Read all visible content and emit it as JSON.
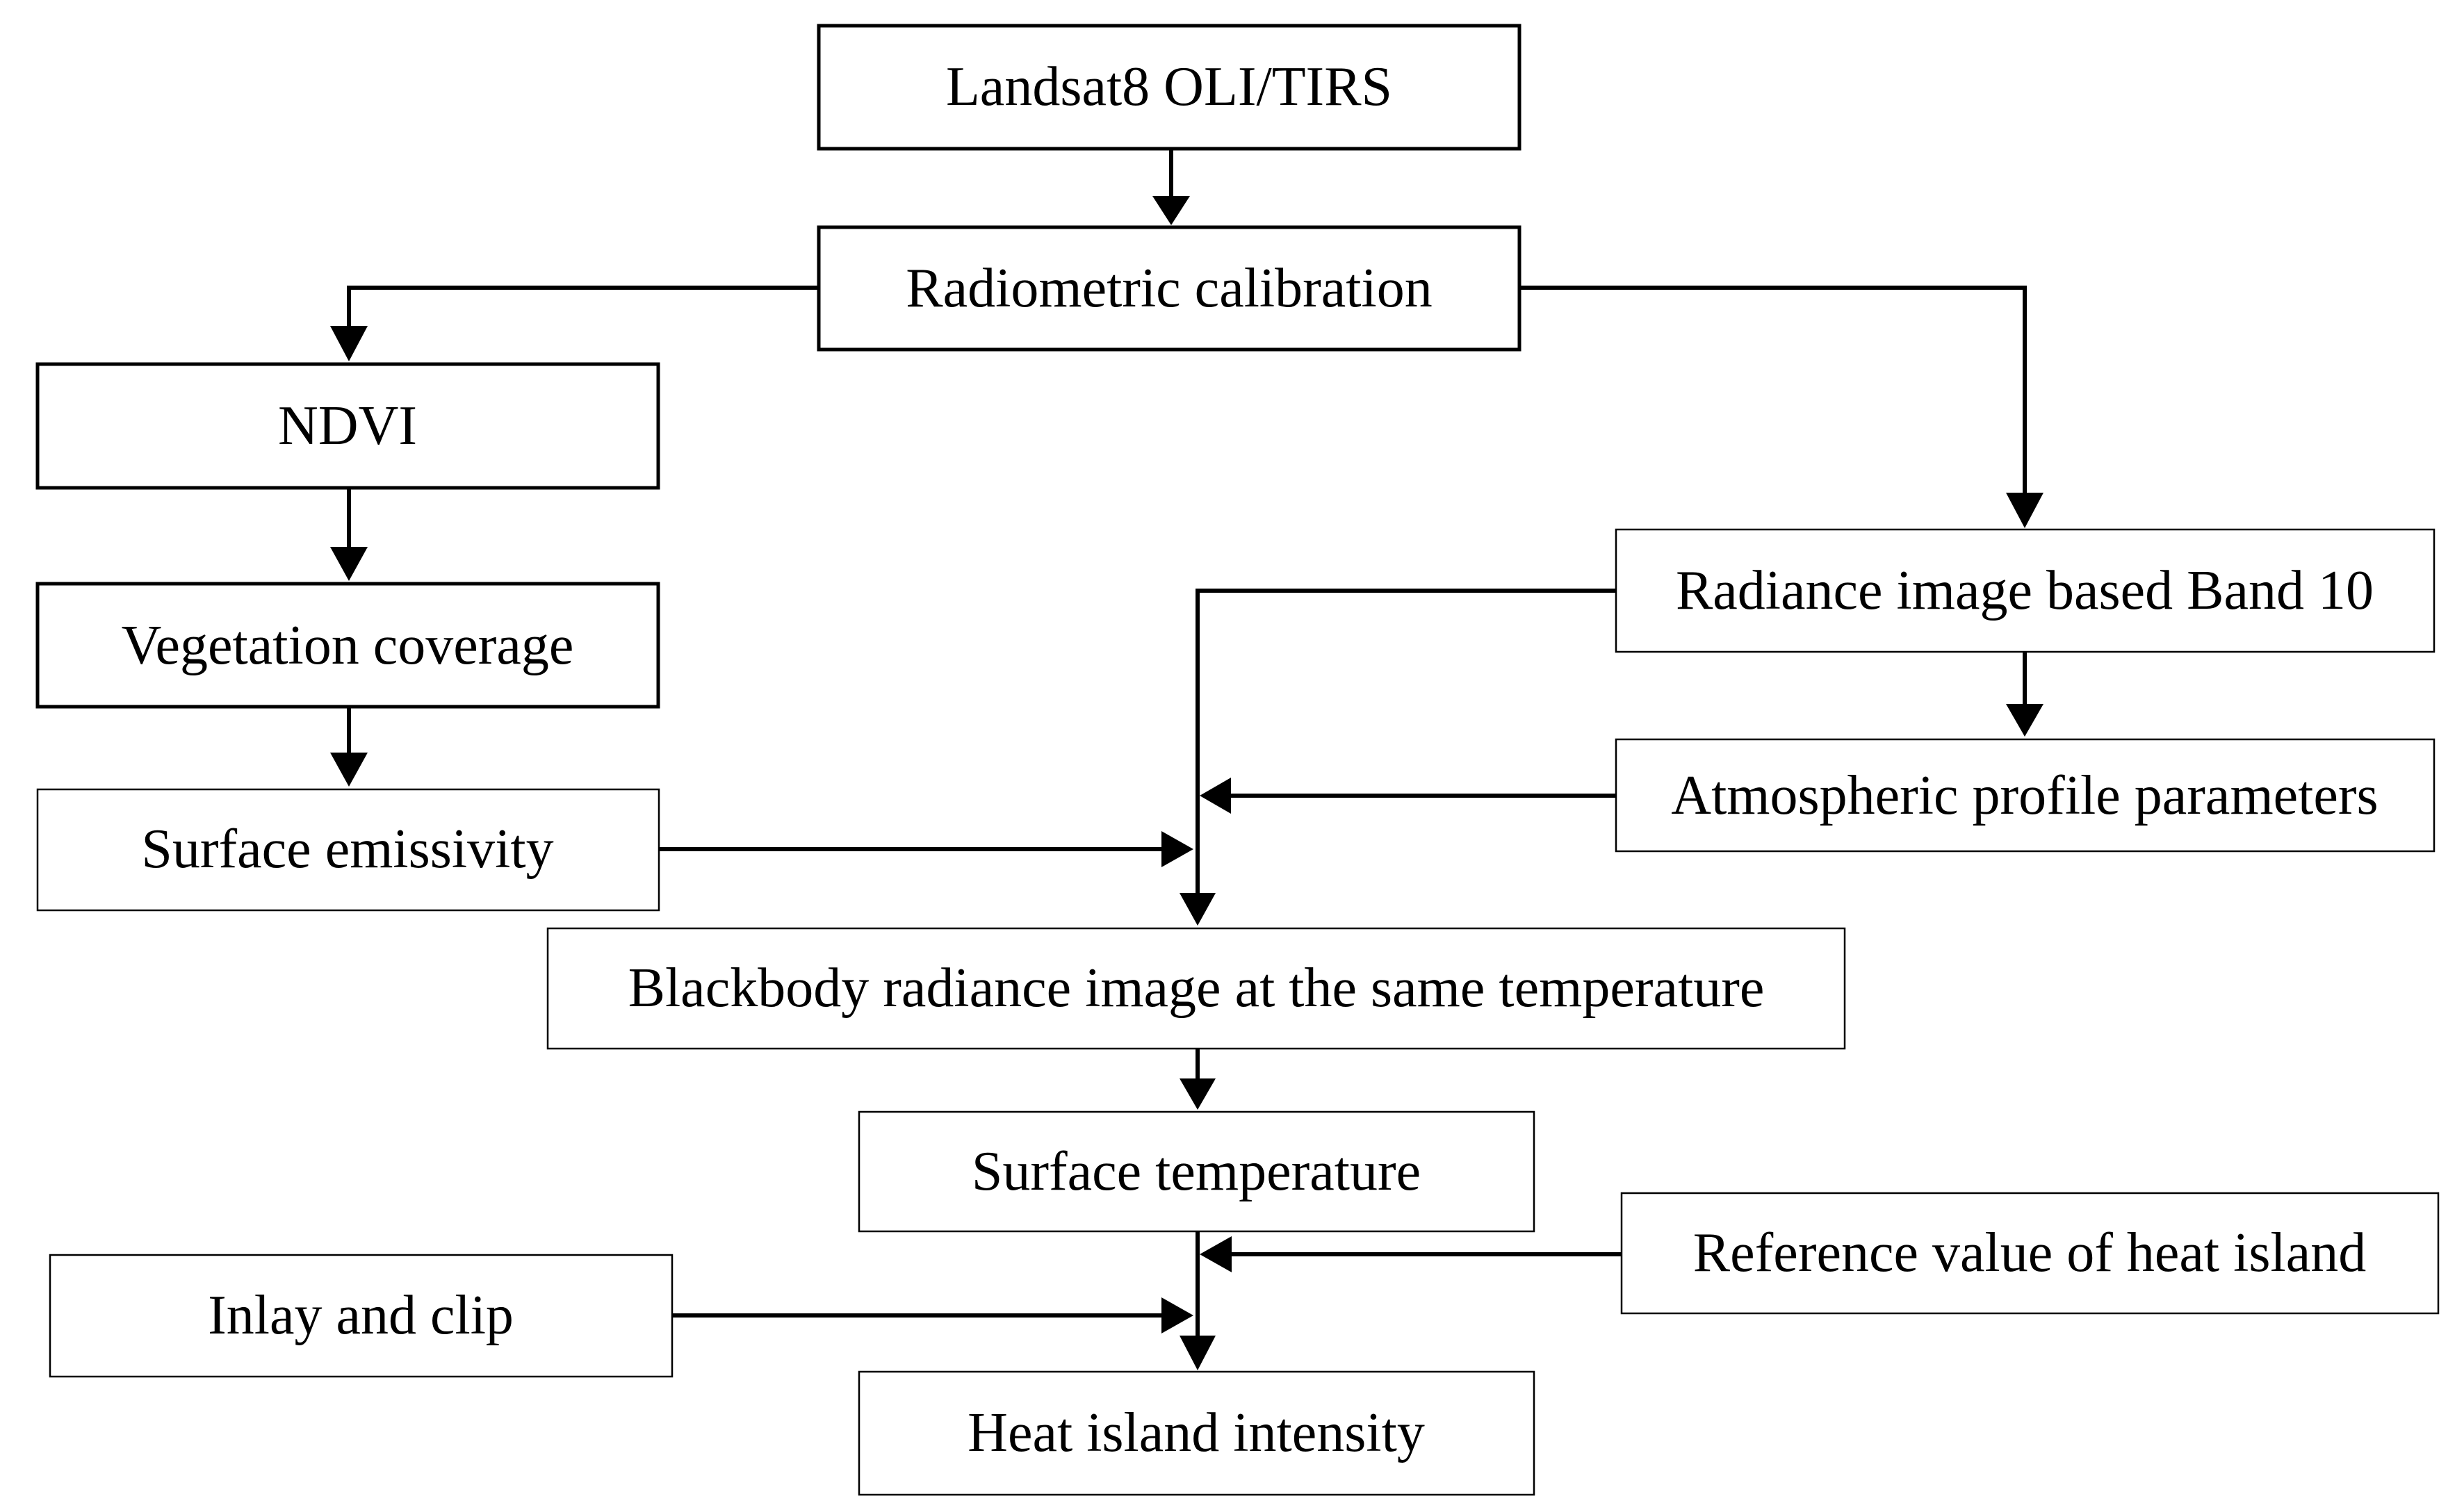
{
  "nodes": {
    "landsat": "Landsat8 OLI/TIRS",
    "radiometric": "Radiometric calibration",
    "ndvi": "NDVI",
    "vegetation": "Vegetation coverage",
    "emissivity": "Surface emissivity",
    "radiance_band10": "Radiance image based Band 10",
    "atmospheric": "Atmospheric profile parameters",
    "blackbody": "Blackbody radiance image at the same temperature",
    "surface_temp": "Surface temperature",
    "reference": "Reference value of heat island",
    "inlay": "Inlay and clip",
    "heat_island": "Heat island intensity"
  },
  "colors": {
    "stroke": "#000000",
    "background": "#ffffff"
  }
}
